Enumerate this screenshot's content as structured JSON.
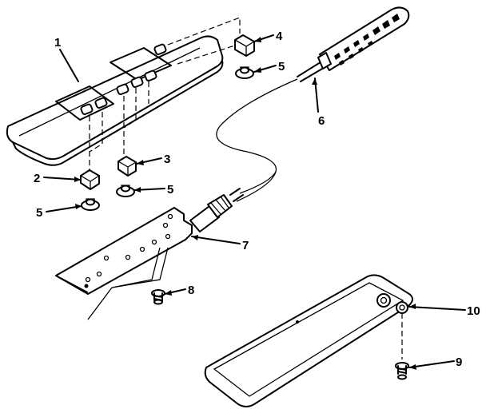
{
  "callouts": {
    "c1": "1",
    "c2": "2",
    "c3": "3",
    "c4": "4",
    "c5a": "5",
    "c5b": "5",
    "c5c": "5",
    "c6": "6",
    "c7": "7",
    "c8": "8",
    "c9": "9",
    "c10": "10"
  },
  "parts": [
    "remote-housing",
    "button-cap",
    "button-cap",
    "button-cap",
    "rubber-contact",
    "cord-with-strain-relief",
    "circuit-board",
    "screw",
    "screw",
    "back-cover"
  ]
}
